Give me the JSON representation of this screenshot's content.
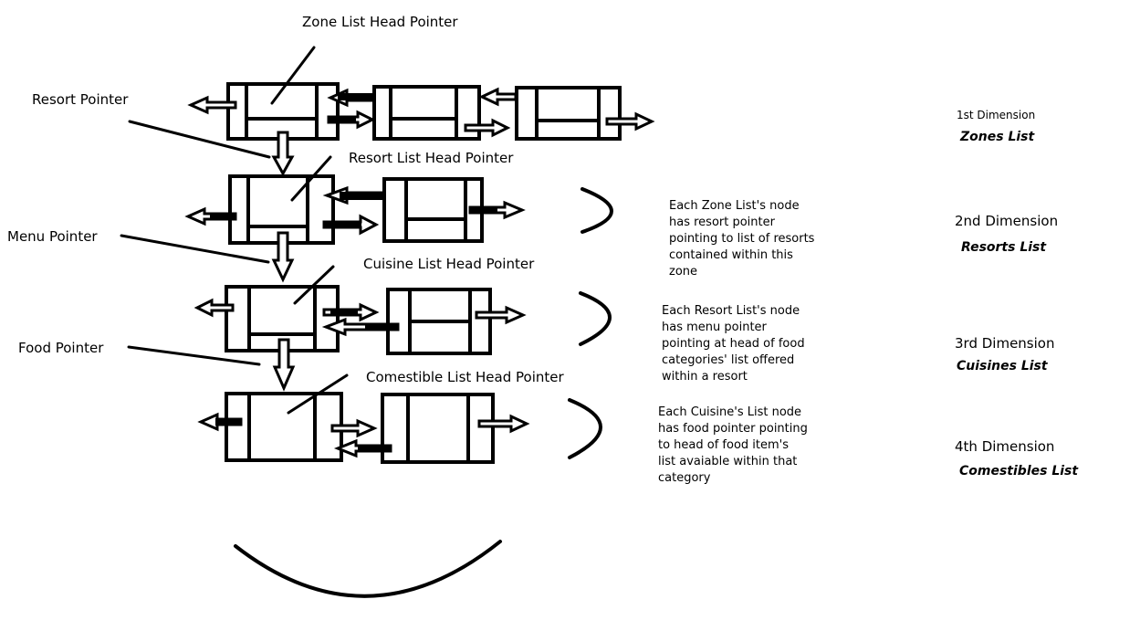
{
  "pointer_labels": {
    "zone_head": "Zone List Head Pointer",
    "resort_pointer": "Resort Pointer",
    "resort_head": "Resort List Head Pointer",
    "menu_pointer": "Menu Pointer",
    "cuisine_head": "Cuisine List Head Pointer",
    "food_pointer": "Food Pointer",
    "comestible_head": "Comestible List Head Pointer"
  },
  "descriptions": {
    "zone": "Each Zone List's node has resort pointer pointing to list of resorts contained within this zone",
    "resort": "Each Resort List's node has menu pointer pointing at head of food categories' list offered within a resort",
    "cuisine": "Each Cuisine's List node has food pointer pointing to head of food item's list avaiable within that category"
  },
  "dimensions": [
    {
      "level": "1st Dimension",
      "name": "Zones List"
    },
    {
      "level": "2nd Dimension",
      "name": "Resorts List"
    },
    {
      "level": "3rd Dimension",
      "name": "Cuisines List"
    },
    {
      "level": "4th Dimension",
      "name": "Comestibles List"
    }
  ],
  "colors": {
    "ink": "#000000",
    "background": "#ffffff"
  }
}
